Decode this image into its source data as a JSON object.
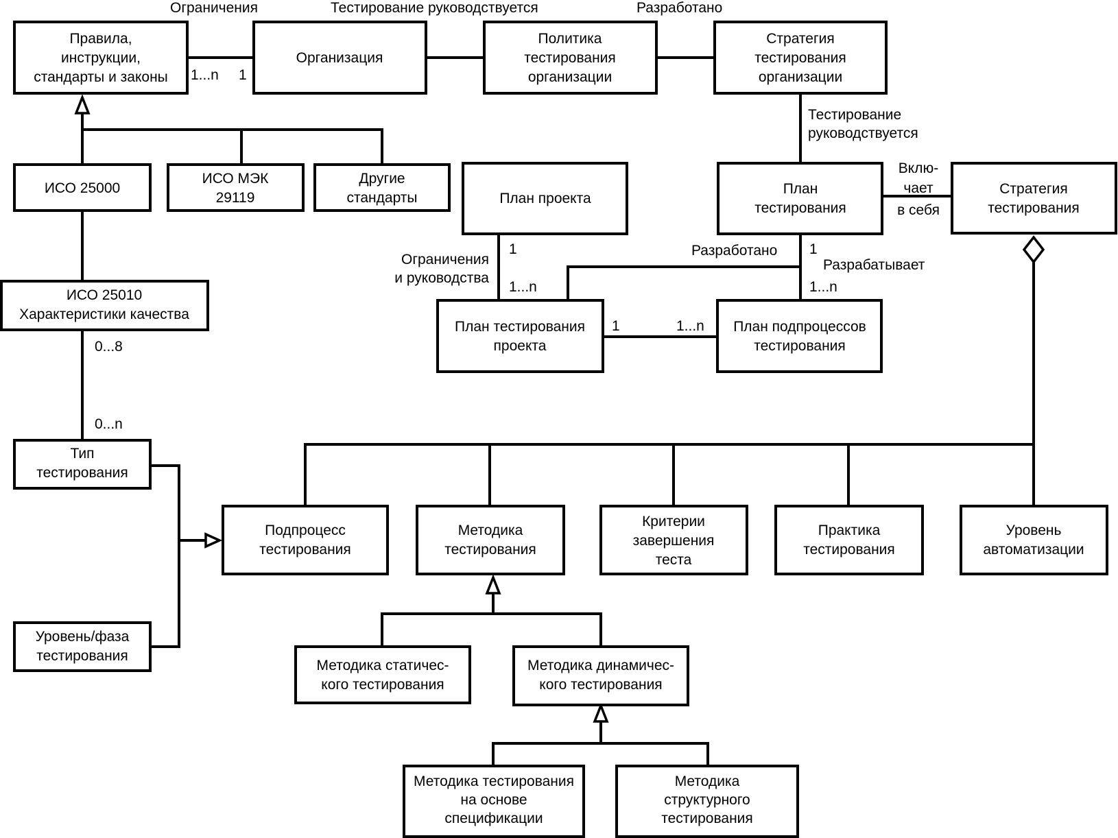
{
  "nodes": {
    "rules": {
      "lines": [
        "Правила,",
        "инструкции,",
        "стандарты и законы"
      ]
    },
    "organization": {
      "lines": [
        "Организация"
      ]
    },
    "org_test_policy": {
      "lines": [
        "Политика",
        "тестирования",
        "организации"
      ]
    },
    "org_test_strategy": {
      "lines": [
        "Стратегия",
        "тестирования",
        "организации"
      ]
    },
    "iso25000": {
      "lines": [
        "ИСО 25000"
      ]
    },
    "iso29119": {
      "lines": [
        "ИСО МЭК",
        "29119"
      ]
    },
    "other_standards": {
      "lines": [
        "Другие",
        "стандарты"
      ]
    },
    "project_plan": {
      "lines": [
        "План проекта"
      ]
    },
    "test_plan": {
      "lines": [
        "План",
        "тестирования"
      ]
    },
    "test_strategy": {
      "lines": [
        "Стратегия",
        "тестирования"
      ]
    },
    "iso25010": {
      "lines": [
        "ИСО 25010",
        "Характеристики качества"
      ]
    },
    "project_test_plan": {
      "lines": [
        "План тестирования",
        "проекта"
      ]
    },
    "subprocess_test_plan": {
      "lines": [
        "План подпроцессов",
        "тестирования"
      ]
    },
    "test_type": {
      "lines": [
        "Тип",
        "тестирования"
      ]
    },
    "test_subprocess": {
      "lines": [
        "Подпроцесс",
        "тестирования"
      ]
    },
    "test_technique": {
      "lines": [
        "Методика",
        "тестирования"
      ]
    },
    "completion_criteria": {
      "lines": [
        "Критерии",
        "завершения",
        "теста"
      ]
    },
    "test_practice": {
      "lines": [
        "Практика",
        "тестирования"
      ]
    },
    "automation_level": {
      "lines": [
        "Уровень",
        "автоматизации"
      ]
    },
    "test_level": {
      "lines": [
        "Уровень/фаза",
        "тестирования"
      ]
    },
    "static_technique": {
      "lines": [
        "Методика статичес-",
        "кого тестирования"
      ]
    },
    "dynamic_technique": {
      "lines": [
        "Методика динамичес-",
        "кого тестирования"
      ]
    },
    "spec_based_technique": {
      "lines": [
        "Методика тестирования",
        "на основе",
        "спецификации"
      ]
    },
    "structural_technique": {
      "lines": [
        "Методика",
        "структурного",
        "тестирования"
      ]
    }
  },
  "labels": {
    "constraints_top": "Ограничения",
    "governed_top": "Тестирование руководствуется",
    "developed_top": "Разработано",
    "mult_rules_org_many": "1...n",
    "mult_rules_org_one": "1",
    "governed_right_1": "Тестирование",
    "governed_right_2": "руководствуется",
    "includes_1": "Вклю-",
    "includes_2": "чает",
    "includes_3": "в себя",
    "constraints_guidance_1": "Ограничения",
    "constraints_guidance_2": "и руководства",
    "mult_project_plan_one": "1",
    "mult_project_plan_many": "1...n",
    "developed_mid": "Разработано",
    "mult_test_plan_one": "1",
    "develops": "Разрабатывает",
    "mult_test_plan_many": "1...n",
    "mult_ptp_one": "1",
    "mult_sub_many": "1...n",
    "mult_iso_top": "0...8",
    "mult_iso_bottom": "0...n"
  }
}
